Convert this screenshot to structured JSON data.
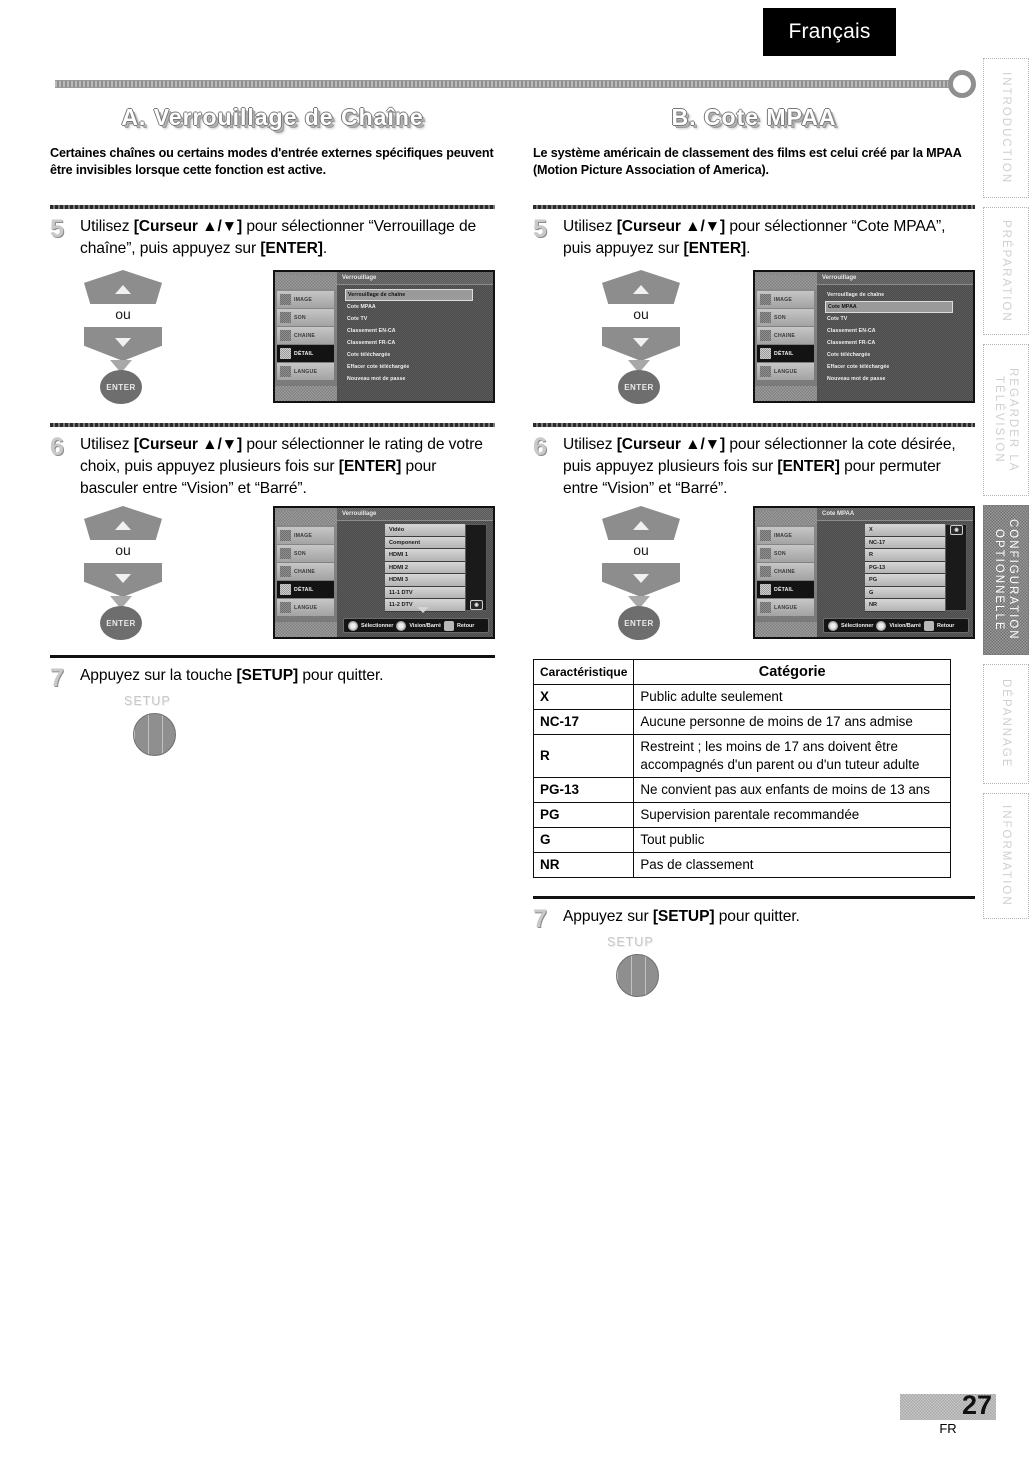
{
  "header": {
    "language_badge": "Français"
  },
  "side_tabs": [
    {
      "label": "INTRODUCTION",
      "active": false
    },
    {
      "label": "PRÉPARATION",
      "active": false
    },
    {
      "label": "REGARDER LA\nTÉLÉVISION",
      "active": false
    },
    {
      "label": "CONFIGURATION\nOPTIONNELLE",
      "active": true
    },
    {
      "label": "DÉPANNAGE",
      "active": false
    },
    {
      "label": "INFORMATION",
      "active": false
    }
  ],
  "left_column": {
    "title": "A. Verrouillage de Chaîne",
    "intro": "Certaines chaînes ou certains modes d'entrée externes spécifiques peuvent être invisibles lorsque cette fonction est active.",
    "steps": [
      {
        "number": "5",
        "text_html": "Utilisez <b>[Curseur &#9650;/&#9660;]</b> pour sélectionner “Verrouillage de chaîne”, puis appuyez sur <b>[ENTER]</b>."
      },
      {
        "number": "6",
        "text_html": "Utilisez <b>[Curseur &#9650;/&#9660;]</b> pour sélectionner le rating de votre choix, puis appuyez plusieurs fois sur <b>[ENTER]</b> pour basculer entre “Vision” et “Barré”."
      },
      {
        "number": "7",
        "text_html": "Appuyez sur la touche <b>[SETUP]</b> pour quitter."
      }
    ],
    "remote": {
      "or_label": "ou",
      "enter_label": "ENTER",
      "setup_label": "SETUP"
    },
    "tv_screen_step5": {
      "title": "Verrouillage",
      "sidebar": [
        "IMAGE",
        "SON",
        "CHAINE",
        "DÉTAIL",
        "LANGUE"
      ],
      "sidebar_active": "DÉTAIL",
      "items": [
        "Verrouillage de chaîne",
        "Cote MPAA",
        "Cote TV",
        "Classement EN-CA",
        "Classement FR-CA",
        "Cote téléchargée",
        "Effacer cote téléchargée",
        "Nouveau mot de passe"
      ],
      "selected_item": "Verrouillage de chaîne"
    },
    "tv_screen_step6": {
      "title": "Verrouillage",
      "sidebar": [
        "IMAGE",
        "SON",
        "CHAINE",
        "DÉTAIL",
        "LANGUE"
      ],
      "sidebar_active": "DÉTAIL",
      "items": [
        "Vidéo",
        "Component",
        "HDMI 1",
        "HDMI 2",
        "HDMI 3",
        "11-1 DTV",
        "11-2 DTV"
      ],
      "bottom_bar": [
        "Sélectionner",
        "Vision/Barré",
        "Retour"
      ]
    }
  },
  "right_column": {
    "title": "B. Cote MPAA",
    "intro": "Le système américain de classement des films est celui créé par la MPAA (Motion Picture Association of America).",
    "steps": [
      {
        "number": "5",
        "text_html": "Utilisez <b>[Curseur &#9650;/&#9660;]</b> pour sélectionner “Cote MPAA”, puis appuyez sur <b>[ENTER]</b>."
      },
      {
        "number": "6",
        "text_html": "Utilisez <b>[Curseur &#9650;/&#9660;]</b> pour sélectionner la cote désirée, puis appuyez plusieurs fois sur <b>[ENTER]</b> pour permuter entre “Vision” et “Barré”."
      },
      {
        "number": "7",
        "text_html": "Appuyez sur <b>[SETUP]</b> pour quitter."
      }
    ],
    "remote": {
      "or_label": "ou",
      "enter_label": "ENTER",
      "setup_label": "SETUP"
    },
    "tv_screen_step5": {
      "title": "Verrouillage",
      "sidebar": [
        "IMAGE",
        "SON",
        "CHAINE",
        "DÉTAIL",
        "LANGUE"
      ],
      "sidebar_active": "DÉTAIL",
      "items": [
        "Verrouillage de chaîne",
        "Cote MPAA",
        "Cote TV",
        "Classement EN-CA",
        "Classement FR-CA",
        "Cote téléchargée",
        "Effacer cote téléchargée",
        "Nouveau mot de passe"
      ],
      "selected_item": "Cote MPAA"
    },
    "tv_screen_step6": {
      "title": "Cote MPAA",
      "sidebar": [
        "IMAGE",
        "SON",
        "CHAINE",
        "DÉTAIL",
        "LANGUE"
      ],
      "sidebar_active": "DÉTAIL",
      "items": [
        "X",
        "NC-17",
        "R",
        "PG-13",
        "PG",
        "G",
        "NR"
      ],
      "bottom_bar": [
        "Sélectionner",
        "Vision/Barré",
        "Retour"
      ]
    },
    "mpaa_table": {
      "headers": [
        "Caractéristique",
        "Catégorie"
      ],
      "rows": [
        {
          "feature": "X",
          "category": "Public adulte seulement"
        },
        {
          "feature": "NC-17",
          "category": "Aucune personne de moins de 17 ans admise"
        },
        {
          "feature": "R",
          "category": "Restreint ; les moins de 17 ans doivent être accompagnés d'un parent ou d'un tuteur adulte"
        },
        {
          "feature": "PG-13",
          "category": "Ne convient pas aux enfants de moins de 13 ans"
        },
        {
          "feature": "PG",
          "category": "Supervision parentale recommandée"
        },
        {
          "feature": "G",
          "category": "Tout public"
        },
        {
          "feature": "NR",
          "category": "Pas de classement"
        }
      ]
    }
  },
  "footer": {
    "page_number": "27",
    "language_code": "FR"
  }
}
